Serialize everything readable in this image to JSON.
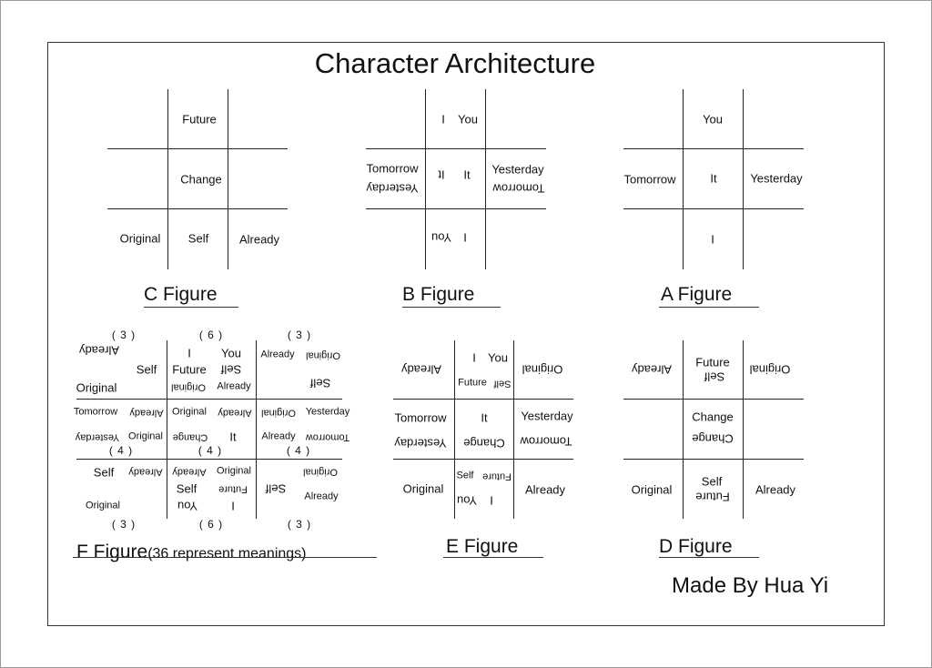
{
  "title": "Character Architecture",
  "signature": "Made By Hua Yi",
  "captions": {
    "c": "C  Figure",
    "b": "B  Figure",
    "a": "A  Figure",
    "f": "F  Figure",
    "f_note": "(36 represent meanings)",
    "e": "E  Figure",
    "d": "D  Figure"
  },
  "words": {
    "future": "Future",
    "change": "Change",
    "original": "Original",
    "self": "Self",
    "already": "Already",
    "i": "I",
    "you": "You",
    "tomorrow": "Tomorrow",
    "yesterday": "Yesterday",
    "it": "It"
  },
  "counts": {
    "three": "( 3 )",
    "six": "( 6 )",
    "four": "( 4 )"
  }
}
